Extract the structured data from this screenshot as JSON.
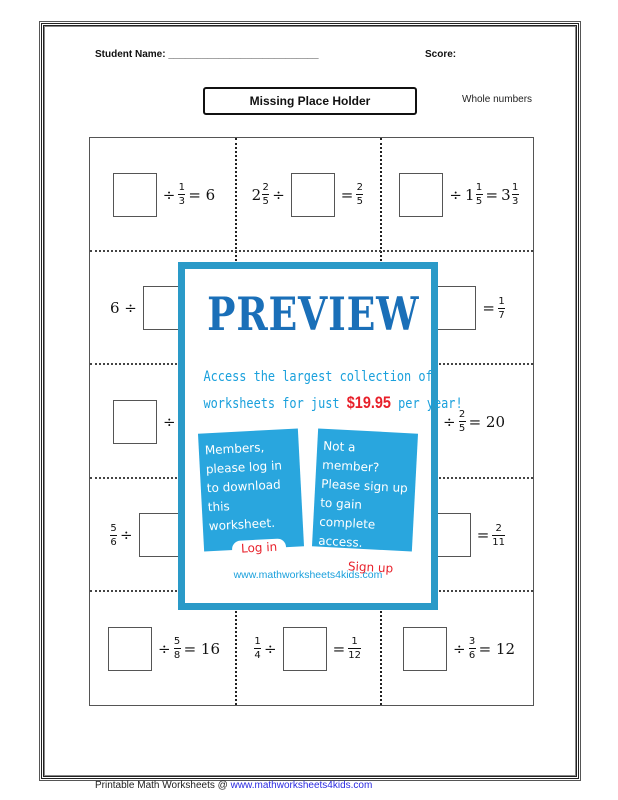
{
  "header": {
    "student_name_label": "Student Name: ___________________________",
    "score_label": "Score:",
    "title": "Missing Place Holder",
    "subtitle": "Whole numbers"
  },
  "problems": [
    [
      [
        {
          "t": "box"
        },
        {
          "t": "op",
          "v": "÷"
        },
        {
          "t": "frac",
          "n": "1",
          "d": "3"
        },
        {
          "t": "op",
          "v": "= 6"
        }
      ],
      [
        {
          "t": "mixed",
          "w": "2",
          "n": "2",
          "d": "5"
        },
        {
          "t": "op",
          "v": "÷"
        },
        {
          "t": "box"
        },
        {
          "t": "op",
          "v": "="
        },
        {
          "t": "frac",
          "n": "2",
          "d": "5"
        }
      ],
      [
        {
          "t": "box"
        },
        {
          "t": "op",
          "v": "÷"
        },
        {
          "t": "mixed",
          "w": "1",
          "n": "1",
          "d": "5"
        },
        {
          "t": "op",
          "v": "="
        },
        {
          "t": "mixed",
          "w": "3",
          "n": "1",
          "d": "3"
        }
      ]
    ],
    [
      [
        {
          "t": "op",
          "v": "6 ÷"
        },
        {
          "t": "box"
        }
      ],
      [],
      [
        {
          "t": "box"
        },
        {
          "t": "op",
          "v": "="
        },
        {
          "t": "frac",
          "n": "1",
          "d": "7"
        }
      ]
    ],
    [
      [
        {
          "t": "box"
        },
        {
          "t": "op",
          "v": "÷"
        }
      ],
      [],
      [
        {
          "t": "box"
        },
        {
          "t": "op",
          "v": "÷"
        },
        {
          "t": "frac",
          "n": "2",
          "d": "5"
        },
        {
          "t": "op",
          "v": "= 20"
        }
      ]
    ],
    [
      [
        {
          "t": "frac",
          "n": "5",
          "d": "6"
        },
        {
          "t": "op",
          "v": "÷"
        },
        {
          "t": "box"
        }
      ],
      [],
      [
        {
          "t": "box"
        },
        {
          "t": "op",
          "v": "="
        },
        {
          "t": "frac",
          "n": "2",
          "d": "11"
        }
      ]
    ],
    [
      [
        {
          "t": "box"
        },
        {
          "t": "op",
          "v": "÷"
        },
        {
          "t": "frac",
          "n": "5",
          "d": "8"
        },
        {
          "t": "op",
          "v": "= 16"
        }
      ],
      [
        {
          "t": "frac",
          "n": "1",
          "d": "4"
        },
        {
          "t": "op",
          "v": "÷"
        },
        {
          "t": "box"
        },
        {
          "t": "op",
          "v": "="
        },
        {
          "t": "frac",
          "n": "1",
          "d": "12"
        }
      ],
      [
        {
          "t": "box"
        },
        {
          "t": "op",
          "v": "÷"
        },
        {
          "t": "frac",
          "n": "3",
          "d": "6"
        },
        {
          "t": "op",
          "v": "= 12"
        }
      ]
    ]
  ],
  "overlay": {
    "heading": "PREVIEW",
    "promo_line1": "Access the largest collection of",
    "promo_line2_pre": "worksheets for just",
    "price": "$19.95",
    "promo_line2_post": "per year!",
    "members_text": "Members, please log in to download this worksheet.",
    "login_label": "Log in",
    "nonmembers_text": "Not a member? Please sign up to gain complete access.",
    "signup_label": "Sign up",
    "site": "www.mathworksheets4kids.com",
    "colors": {
      "border": "#2a9ac8",
      "heading": "#1a6fb8",
      "card": "#29a6de",
      "price": "#e8202a"
    }
  },
  "footer": {
    "text": "Printable Math Worksheets @",
    "link": "www.mathworksheets4kids.com"
  }
}
